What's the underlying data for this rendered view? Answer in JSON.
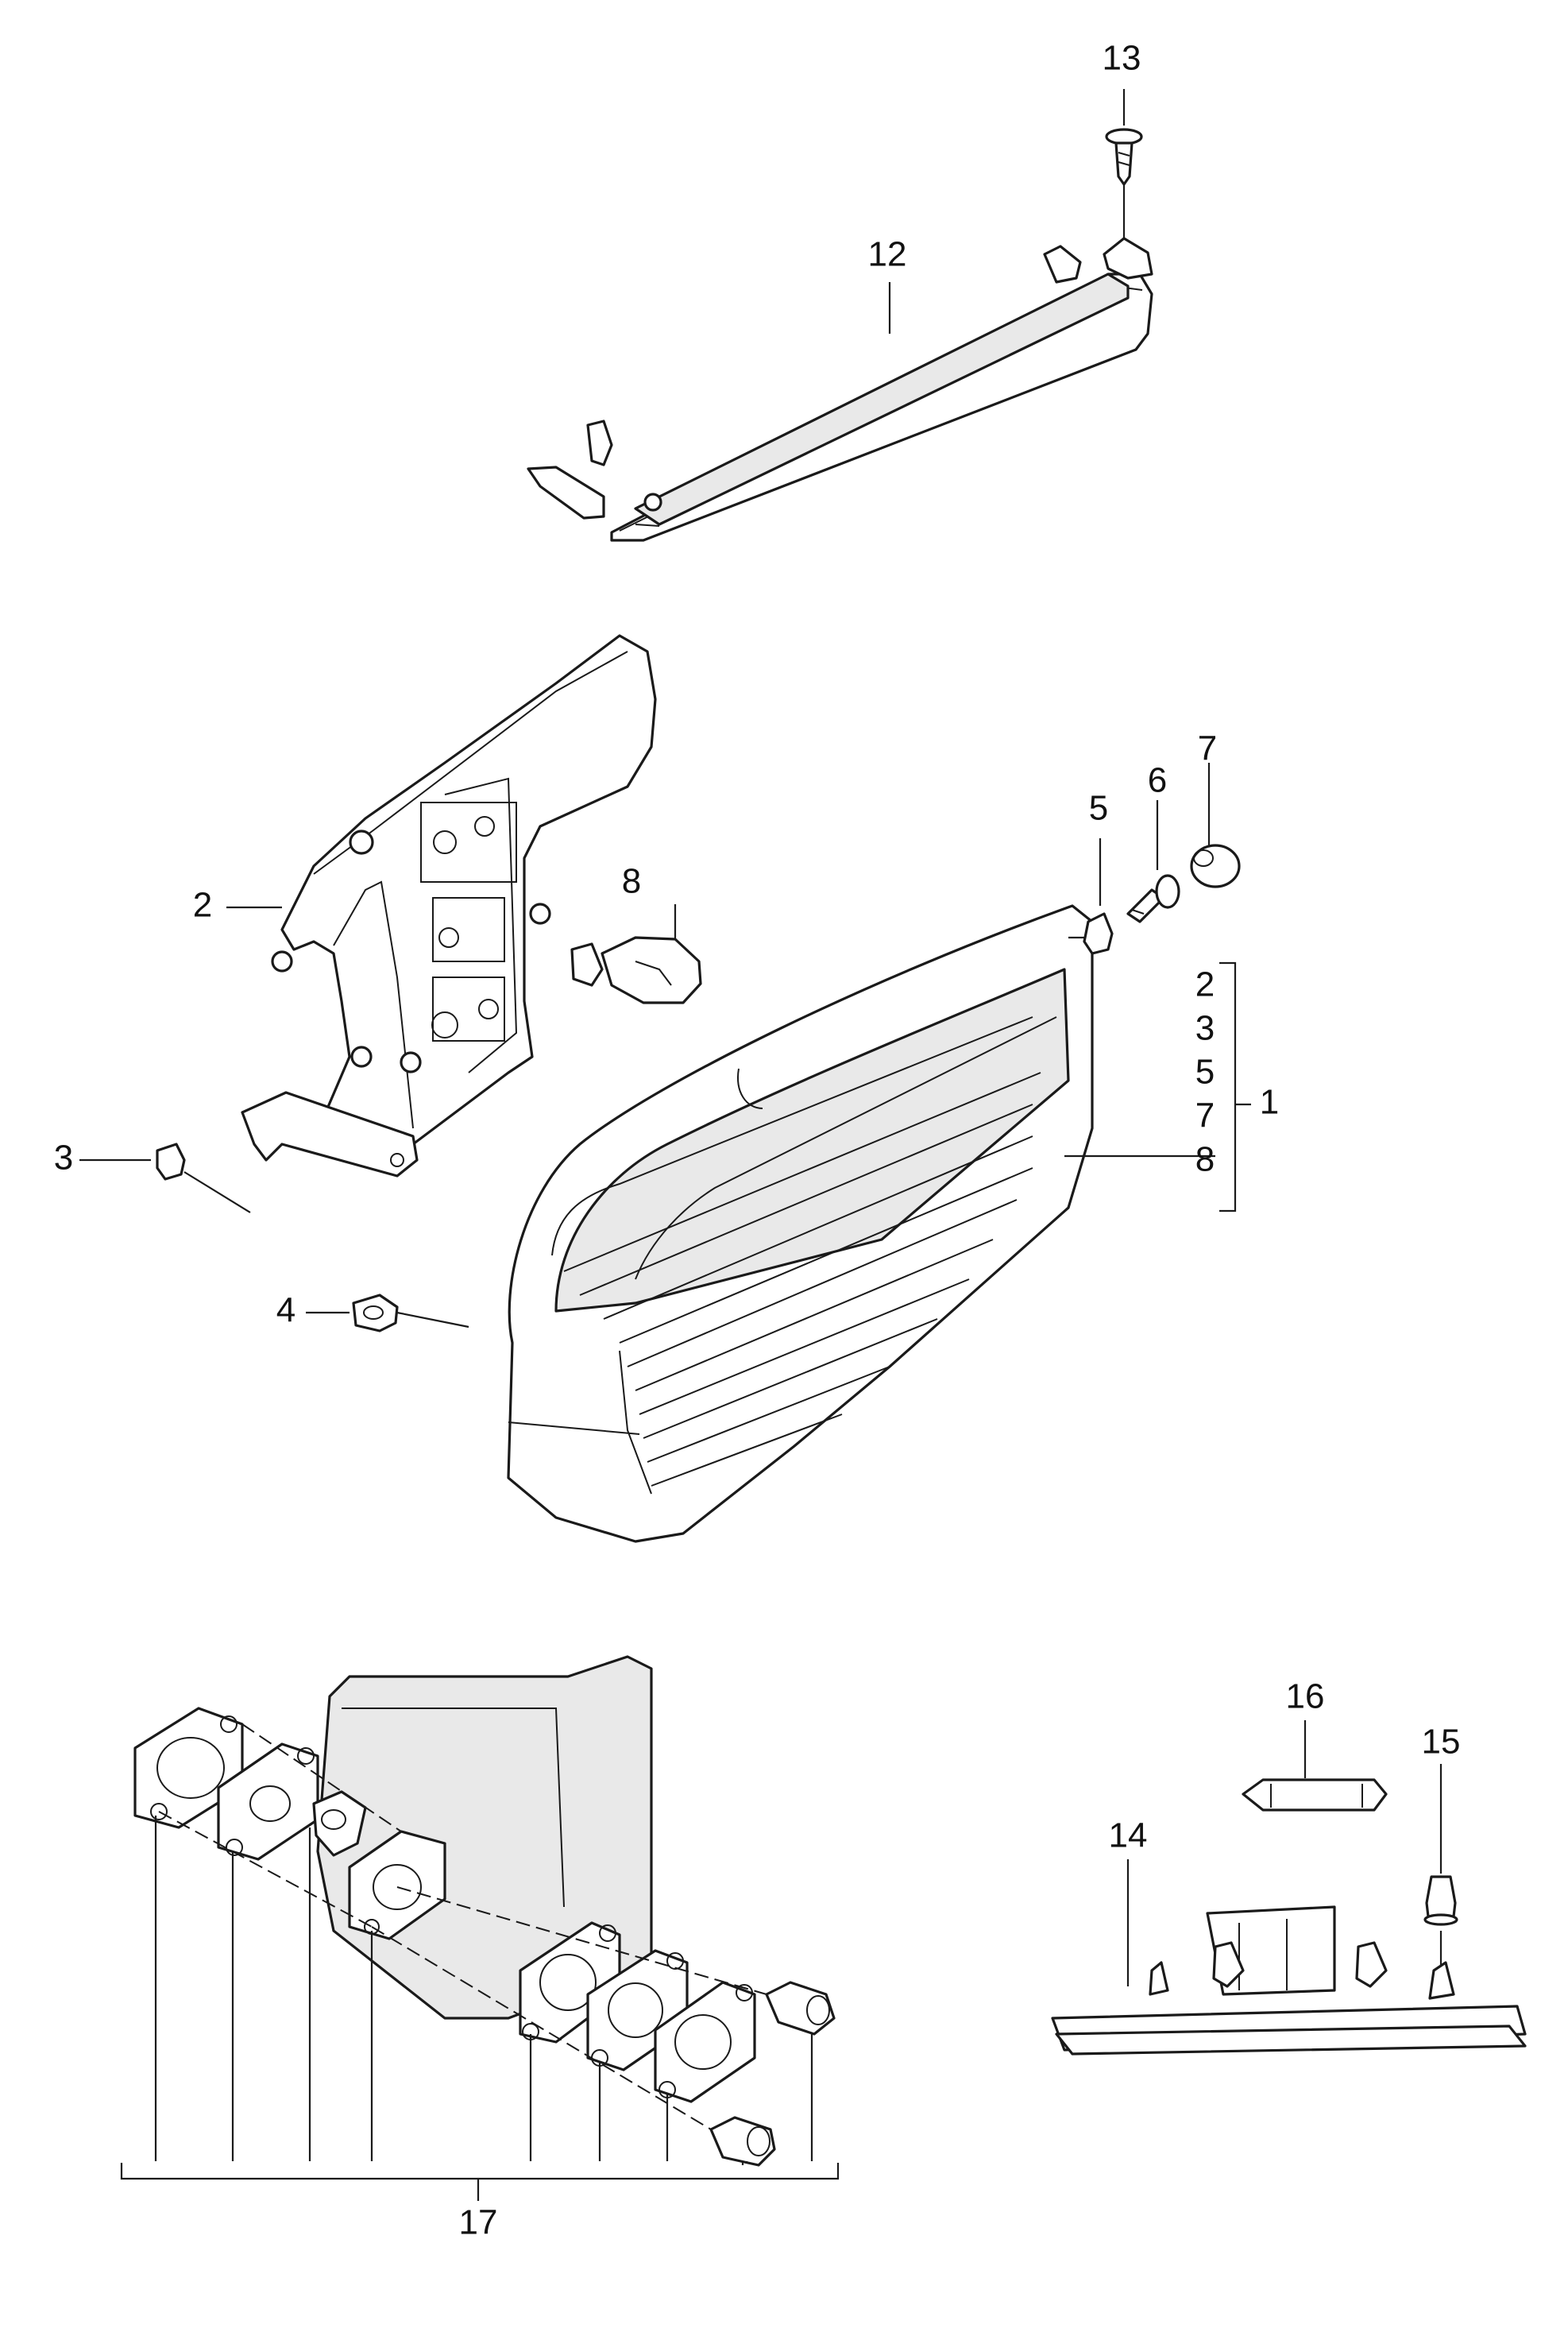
{
  "diagram": {
    "callouts": {
      "c1": "1",
      "c2": "2",
      "c3": "3",
      "c4": "4",
      "c5": "5",
      "c6": "6",
      "c7": "7",
      "c8": "8",
      "c12": "12",
      "c13": "13",
      "c14": "14",
      "c15": "15",
      "c16": "16",
      "c17": "17"
    },
    "kit_1_members": [
      "2",
      "3",
      "5",
      "7",
      "8"
    ]
  }
}
